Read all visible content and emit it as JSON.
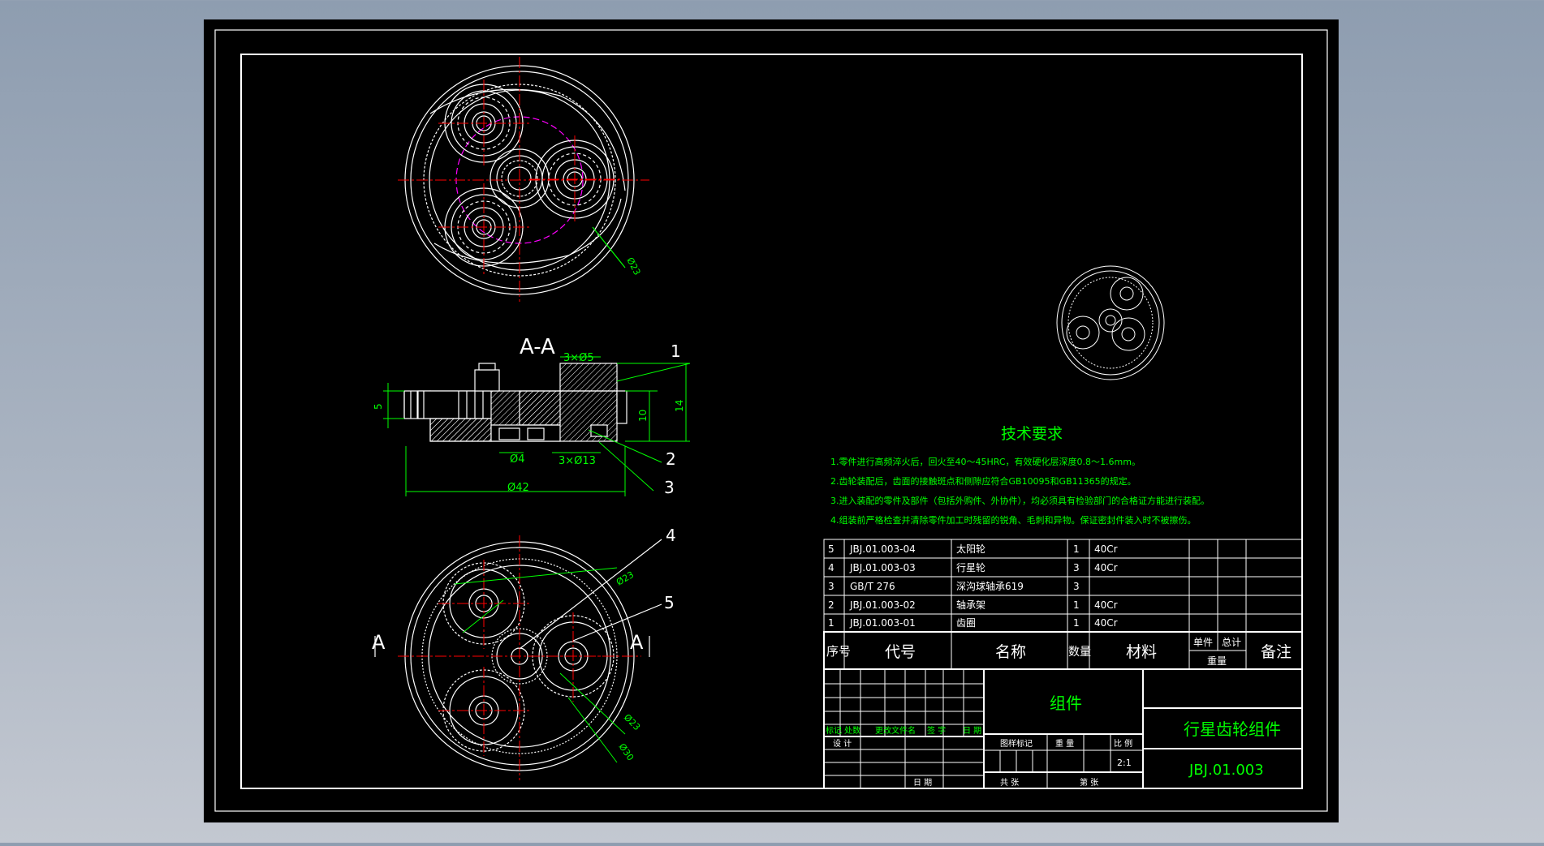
{
  "views": {
    "section_title": "A-A",
    "section_marker": "A",
    "dims": {
      "holes_top": "3×Ø5",
      "holes_bottom": "3×Ø13",
      "d4": "Ø4",
      "d42": "Ø42",
      "h5": "5",
      "h10": "10",
      "h14": "14",
      "top_d23": "Ø23",
      "bot_d23a": "Ø23",
      "bot_d23b": "Ø23",
      "bot_d30": "Ø30"
    },
    "balloons": [
      "1",
      "2",
      "3",
      "4",
      "5"
    ]
  },
  "tech": {
    "title": "技术要求",
    "lines": [
      "1.零件进行高频淬火后，回火至40～45HRC，有效硬化层深度0.8～1.6mm。",
      "2.齿轮装配后，齿面的接触斑点和侧隙应符合GB10095和GB11365的规定。",
      "3.进入装配的零件及部件（包括外购件、外协件），均必须具有检验部门的合格证方能进行装配。",
      "4.组装前严格检查并清除零件加工时残留的锐角、毛刺和异物。保证密封件装入时不被擦伤。"
    ]
  },
  "bom": {
    "rows": [
      {
        "no": "5",
        "code": "JBJ.01.003-04",
        "name": "太阳轮",
        "qty": "1",
        "mat": "40Cr"
      },
      {
        "no": "4",
        "code": "JBJ.01.003-03",
        "name": "行星轮",
        "qty": "3",
        "mat": "40Cr"
      },
      {
        "no": "3",
        "code": "GB/T 276",
        "name": "深沟球轴承619",
        "qty": "3",
        "mat": ""
      },
      {
        "no": "2",
        "code": "JBJ.01.003-02",
        "name": "轴承架",
        "qty": "1",
        "mat": "40Cr"
      },
      {
        "no": "1",
        "code": "JBJ.01.003-01",
        "name": "齿圈",
        "qty": "1",
        "mat": "40Cr"
      }
    ],
    "header": {
      "no": "序号",
      "code": "代号",
      "name": "名称",
      "qty": "数量",
      "mat": "材料",
      "unit": "单件",
      "total": "总计",
      "weight": "重量",
      "remark": "备注"
    }
  },
  "titleblock": {
    "group": "组件",
    "name": "行星齿轮组件",
    "code": "JBJ.01.003",
    "scale": "2:1",
    "labels": {
      "mark": "标记",
      "count": "处数",
      "docno": "更改文件名",
      "sign": "签 字",
      "date": "日 期",
      "design": "设 计",
      "date2": "日 期",
      "stage": "图样标记",
      "weight": "重 量",
      "ratio": "比 例",
      "sheets": "共 张",
      "sheet": "第 张"
    }
  },
  "colors": {
    "bg": "#000000",
    "line": "#ffffff",
    "center": "#ff0000",
    "dim": "#00ff00",
    "hidden": "#ff00ff",
    "text_green": "#00ff00"
  }
}
